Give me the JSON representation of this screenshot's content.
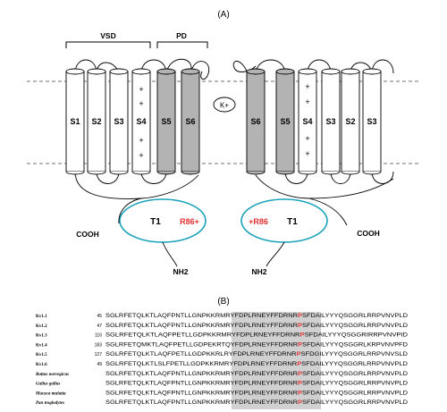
{
  "panel_a": {
    "label": "(A)",
    "brace_vsd": "VSD",
    "brace_pd": "PD",
    "k_ion": "K+",
    "segments_left": [
      "S1",
      "S2",
      "S3",
      "S4",
      "S5",
      "S6"
    ],
    "segments_right": [
      "S6",
      "S5",
      "S4",
      "S3",
      "S2",
      "S3"
    ],
    "plus": "+",
    "cooh": "COOH",
    "nh2": "NH2",
    "t1": "T1",
    "r86_left": "R86+",
    "r86_right": "+R86",
    "colors": {
      "membrane_gray": "#b3b3b3",
      "ellipse": "#1aa3b8",
      "r86": "#e03030"
    }
  },
  "panel_b": {
    "label": "(B)",
    "rows": [
      {
        "name": "Kv1.1",
        "num": "45",
        "pre": "SGLRFETQLKTLAQFPNTLLGNPKKRMRYFDPLRNEYFFDRNR",
        "hl": "P",
        "post": "SFDAILYYYQSGGRLRRPVNVPLD"
      },
      {
        "name": "Kv1.2",
        "num": "47",
        "pre": "SGLRFETQLKTLAQFPNTLLGNPKKRMRYFDPLRNEYFFDRNR",
        "hl": "P",
        "post": "SFDAILYYYQSGGRLRRPVNVPLD"
      },
      {
        "name": "Kv1.3",
        "num": "116",
        "pre": "SGLRFETQLKTLAQFPETLLGDPKKRMRYFDPLRNEYFFDRNR",
        "hl": "P",
        "post": "SFDAILYYYQSGGRIRRPVNVPID"
      },
      {
        "name": "Kv1.4",
        "num": "183",
        "pre": "SGLRFETQMKTLAQFPETLLGDPEKRTQYFDPLRNEYFFDRNR",
        "hl": "P",
        "post": "SFDAILYYYQSGGRLKRPVNVPFD"
      },
      {
        "name": "Kv1.5",
        "num": "127",
        "pre": "SGLRFETQLKTLAQFPETLLGDPKKRLRYFDPLRNEYFFDRNR",
        "hl": "P",
        "post": "SFDGILYYYQSGGRLRRPVNVSLD"
      },
      {
        "name": "Kv1.6",
        "num": "49",
        "pre": "SGLRFETQLKTLSLFPETLLGDPKKRMRYFDPLRNEYFFDRNR",
        "hl": "P",
        "post": "SFDAILYYYQSGGRLRRPVNVPLD"
      },
      {
        "name": "Rattus norvegicus",
        "num": "",
        "pre": "SGLRFETQLKTLAQFPNTLLGNPKKRMRYFDPLRNEYFFDRNR",
        "hl": "P",
        "post": "SFDAILYYYQSGGRLRRPVNVPLD"
      },
      {
        "name": "Gallus gallus",
        "num": "",
        "pre": "SGLRFETQLKTLAQFPNTLLGNPKKRMRYFDPLRNEYFFDRNR",
        "hl": "P",
        "post": "SFDAILYYYQSGGRLRRPVNVPLD"
      },
      {
        "name": "Macaca mulatta",
        "num": "",
        "pre": "SGLRFETQLKTLAQFPNTLLGNPKKRMRYFDPLRNEYFFDRNR",
        "hl": "P",
        "post": "SFDAILYYYQSGGRLRRPVNVPLD"
      },
      {
        "name": "Pan troglodytes",
        "num": "",
        "pre": "SGLRFETQLKTLAQFPNTLLGNPKKRMRYFDPLRNEYFFDRNR",
        "hl": "P",
        "post": "SFDAILYYYQSGGRLRRPVNVPLD"
      }
    ]
  }
}
